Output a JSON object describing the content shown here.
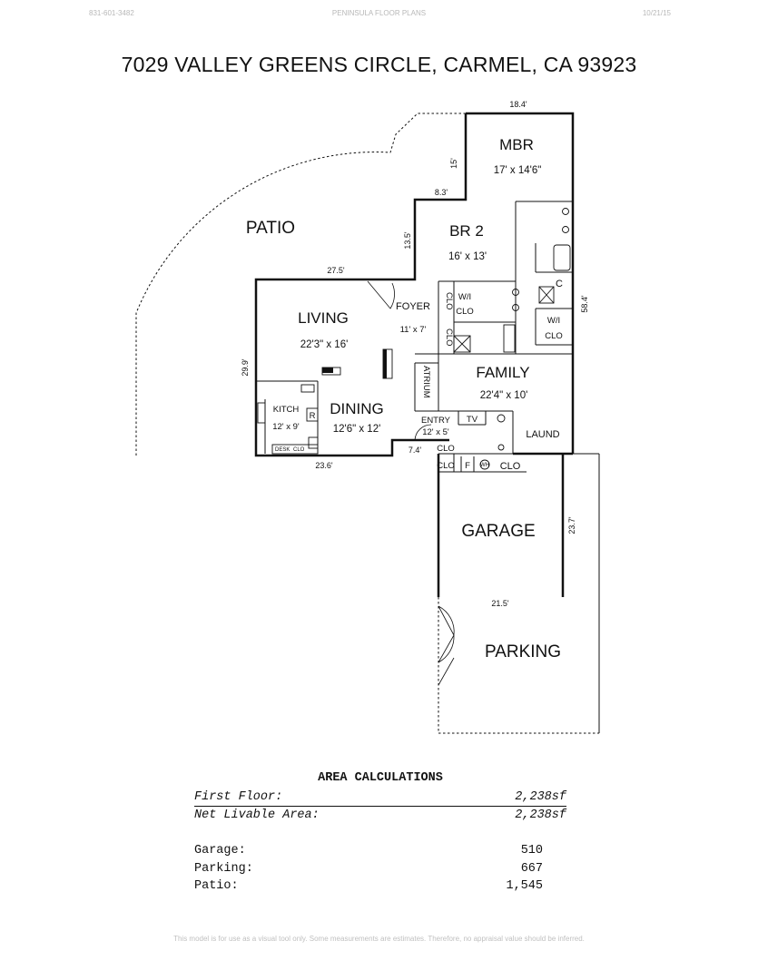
{
  "header": {
    "left": "831-601-3482",
    "center": "PENINSULA FLOOR PLANS",
    "right": "10/21/15"
  },
  "title": "7029 VALLEY GREENS CIRCLE, CARMEL, CA  93923",
  "rooms": {
    "mbr": {
      "name": "MBR",
      "size": "17' x 14'6\""
    },
    "br2": {
      "name": "BR 2",
      "size": "16' x 13'"
    },
    "patio": {
      "name": "PATIO"
    },
    "living": {
      "name": "LIVING",
      "size": "22'3\" x 16'"
    },
    "foyer": {
      "name": "FOYER",
      "size": "11' x 7'"
    },
    "family": {
      "name": "FAMILY",
      "size": "22'4\" x 10'"
    },
    "kitch": {
      "name": "KITCH",
      "size": "12' x 9'"
    },
    "dining": {
      "name": "DINING",
      "size": "12'6\" x 12'"
    },
    "entry": {
      "name": "ENTRY",
      "size": "12' x 5'"
    },
    "laund": {
      "name": "LAUND"
    },
    "garage": {
      "name": "GARAGE"
    },
    "parking": {
      "name": "PARKING"
    }
  },
  "labels": {
    "wi_clo": "W/I",
    "clo": "CLO",
    "atrium": "ATRIUM",
    "tv": "TV",
    "fridge": "R",
    "desk": "DESK",
    "f": "F",
    "wh": "WH",
    "c": "C"
  },
  "dimensions": {
    "top": "18.4'",
    "mbr_side": "15'",
    "br2_top": "8.3'",
    "br2_side": "13.5'",
    "living_top": "27.5'",
    "right_side": "58.4'",
    "left_side": "29.9'",
    "bottom": "23.6'",
    "entry_step": "7.4'",
    "garage_side": "23.7'",
    "parking_width": "21.5'"
  },
  "area_calculations": {
    "heading": "AREA CALCULATIONS",
    "first_floor_label": "First  Floor:",
    "first_floor_value": "2,238sf",
    "net_livable_label": "Net Livable Area:",
    "net_livable_value": "2,238sf",
    "items": [
      {
        "label": "Garage:",
        "value": "510"
      },
      {
        "label": "Parking:",
        "value": "667"
      },
      {
        "label": "Patio:",
        "value": "1,545"
      }
    ]
  },
  "footer": "This model is for use as a visual tool only.  Some measurements are estimates.  Therefore, no appraisal value should be inferred."
}
